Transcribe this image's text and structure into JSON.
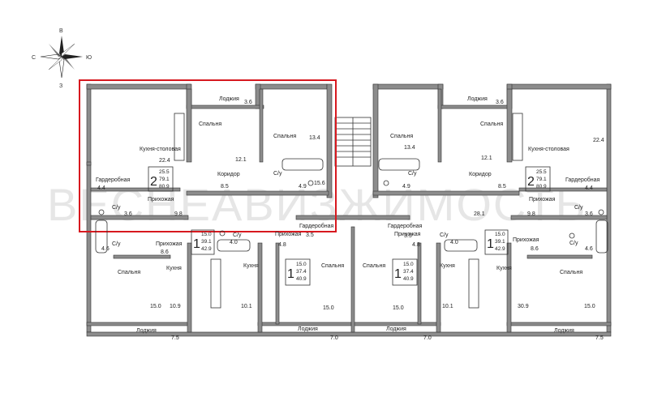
{
  "watermark": "ВЕСНЕАВИЗЖИМОСТЬ",
  "compass": {
    "n": "В",
    "s": "З",
    "w": "С",
    "e": "Ю"
  },
  "rooms": {
    "loggia": "Лоджия",
    "bedroom": "Спальня",
    "kitchen_dining": "Кухня-столовая",
    "kitchen": "Кухня",
    "corridor": "Коридор",
    "hall": "Прихожая",
    "wardrobe": "Гардеробная",
    "bath": "С/у"
  },
  "apartments": [
    {
      "rooms": "2",
      "living": "25.5",
      "total": "79.1",
      "full": "80.9"
    },
    {
      "rooms": "2",
      "living": "25.5",
      "total": "79.1",
      "full": "80.9"
    },
    {
      "rooms": "1",
      "living": "15.0",
      "total": "39.1",
      "full": "42.9"
    },
    {
      "rooms": "1",
      "living": "15.0",
      "total": "37.4",
      "full": "40.9"
    },
    {
      "rooms": "1",
      "living": "15.0",
      "total": "37.4",
      "full": "40.9"
    },
    {
      "rooms": "1",
      "living": "15.0",
      "total": "39.1",
      "full": "42.9"
    }
  ],
  "areas": {
    "a1": "3.6",
    "a2": "22.4",
    "a3": "12.1",
    "a4": "13.4",
    "a5": "4.4",
    "a6": "8.5",
    "a7": "4.9",
    "a8": "15.6",
    "a9": "3.6",
    "a10": "9.8",
    "a11": "4.6",
    "a12": "8.6",
    "a13": "4.0",
    "a14": "4.8",
    "a15": "3.5",
    "a16": "15.0",
    "a17": "10.9",
    "a18": "10.1",
    "a19": "7.5",
    "a20": "7.0",
    "a21": "13.4",
    "a22": "12.1",
    "a23": "3.6",
    "a24": "22.4",
    "a25": "4.9",
    "a26": "8.5",
    "a27": "4.4",
    "a28": "28.1",
    "a29": "9.8",
    "a30": "3.6",
    "a31": "4.6",
    "a32": "8.6",
    "a33": "4.0",
    "a34": "4.8",
    "a35": "3.5",
    "a36": "15.0",
    "a37": "10.1",
    "a38": "30.9",
    "a39": "15.0",
    "a40": "7.0",
    "a41": "7.5",
    "a42": "15.0"
  }
}
